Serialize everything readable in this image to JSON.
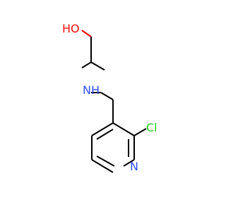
{
  "structure": {
    "atoms": [
      {
        "id": "O",
        "label": "HO",
        "color": "#ff0d0d"
      },
      {
        "id": "N",
        "label": "NH",
        "color": "#3050f8"
      },
      {
        "id": "Cl",
        "label": "Cl",
        "color": "#1fd01f"
      },
      {
        "id": "Npy",
        "label": "N",
        "color": "#3050f8"
      }
    ],
    "bond_color": "#000000",
    "background": "#ffffff"
  }
}
